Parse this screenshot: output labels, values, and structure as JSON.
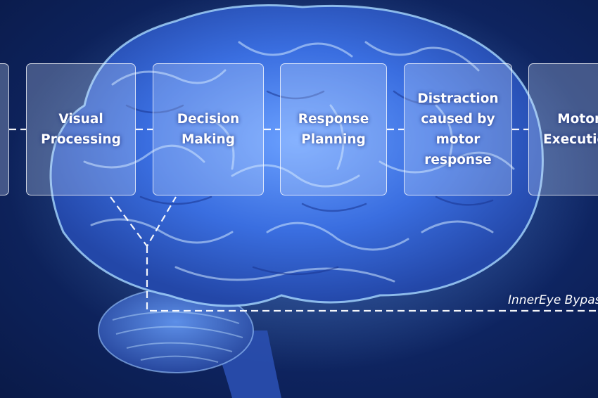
{
  "diagram": {
    "stages": [
      {
        "label": "Visual\nProcessing"
      },
      {
        "label": "Decision\nMaking"
      },
      {
        "label": "Response\nPlanning"
      },
      {
        "label": "Distraction\ncaused by\nmotor\nresponse"
      },
      {
        "label": "Motor\nExecution"
      }
    ],
    "bypass_label": "InnerEye Bypass",
    "colors": {
      "background": "#0e2460",
      "brain": "#3a6ee0",
      "box_border": "#ffffff",
      "connector": "#ffffff"
    }
  }
}
